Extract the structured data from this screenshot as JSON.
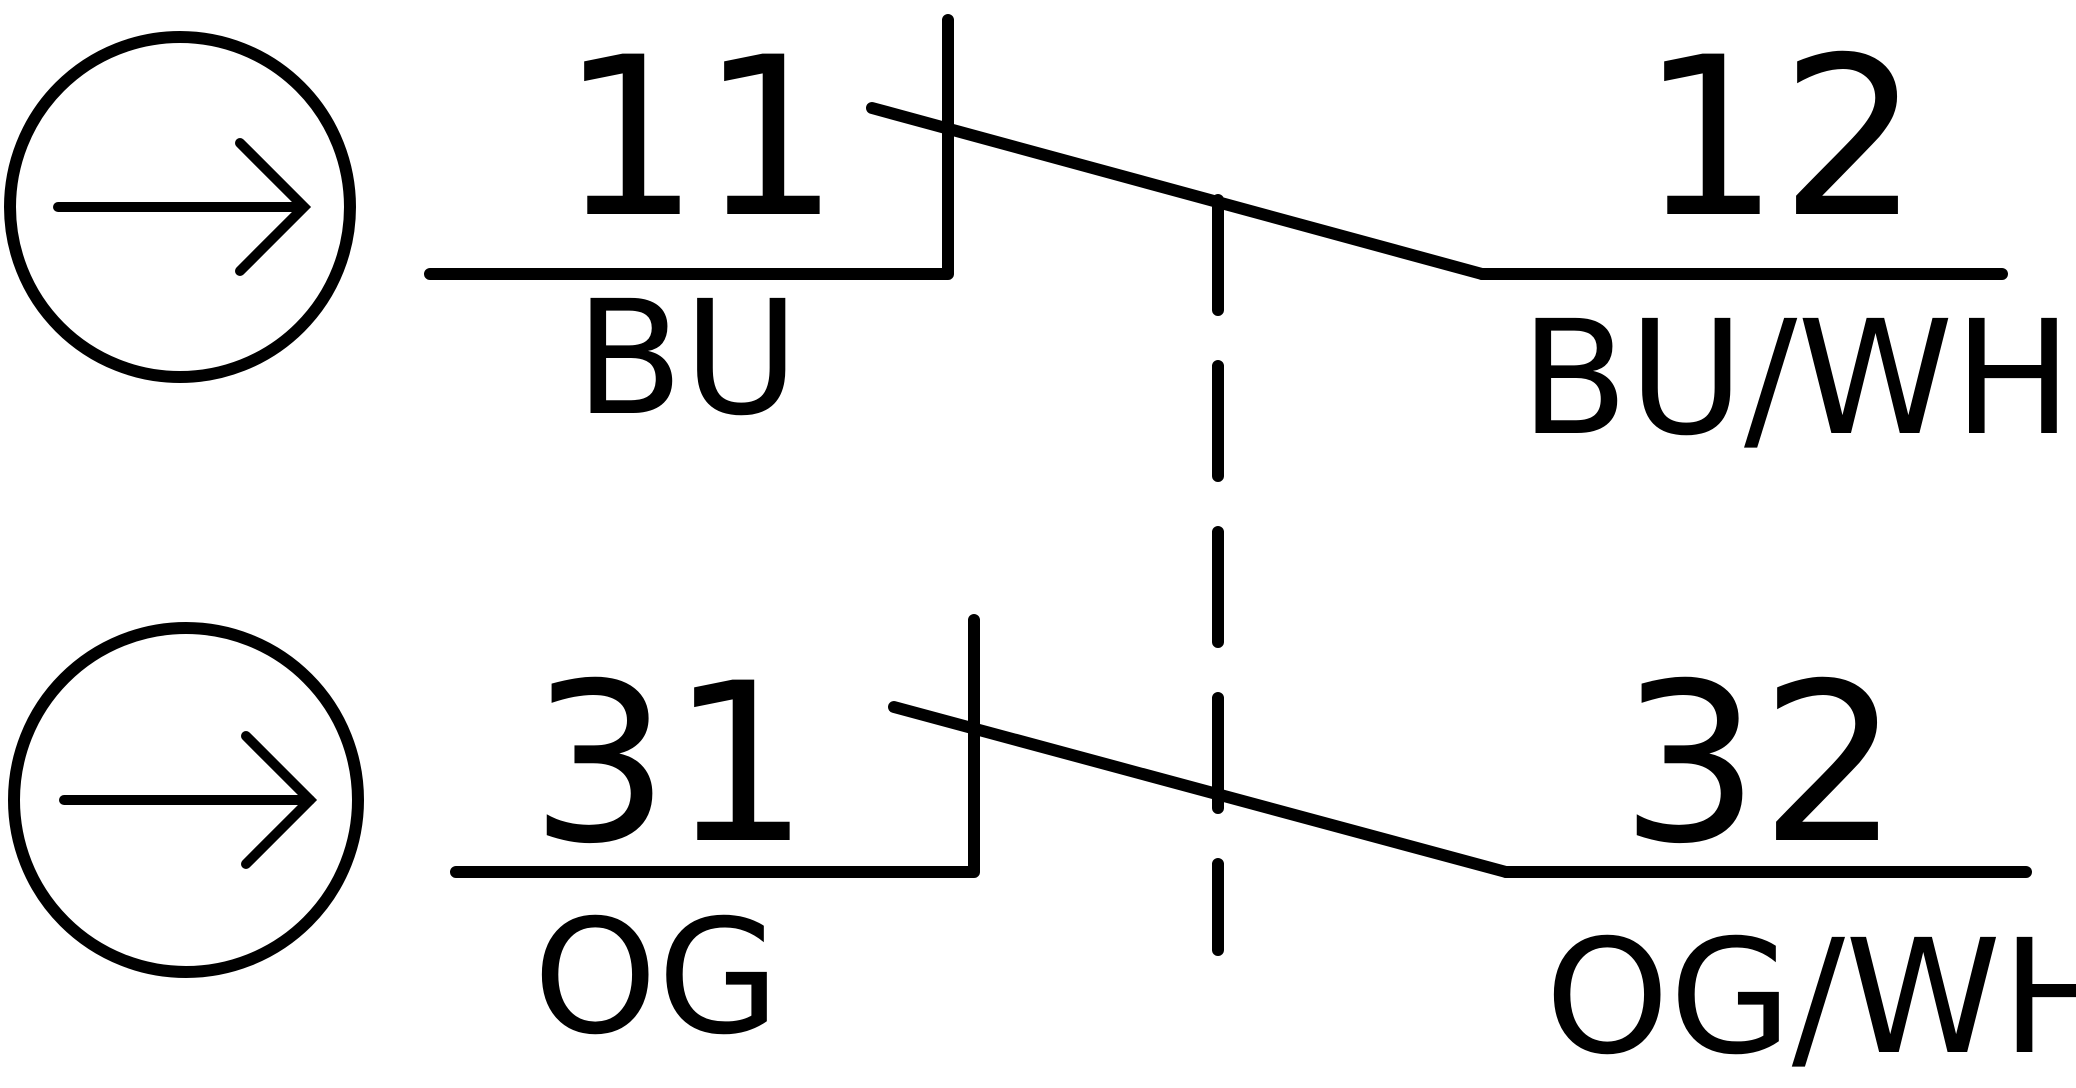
{
  "contacts": [
    {
      "terminal_in": "11",
      "terminal_out": "12",
      "wire_in": "BU",
      "wire_out": "BU/WH"
    },
    {
      "terminal_in": "31",
      "terminal_out": "32",
      "wire_in": "OG",
      "wire_out": "OG/WH"
    }
  ],
  "icons": {
    "direction": "arrow-in-circle-icon"
  },
  "colors": {
    "line": "#000000",
    "background": "#ffffff"
  }
}
